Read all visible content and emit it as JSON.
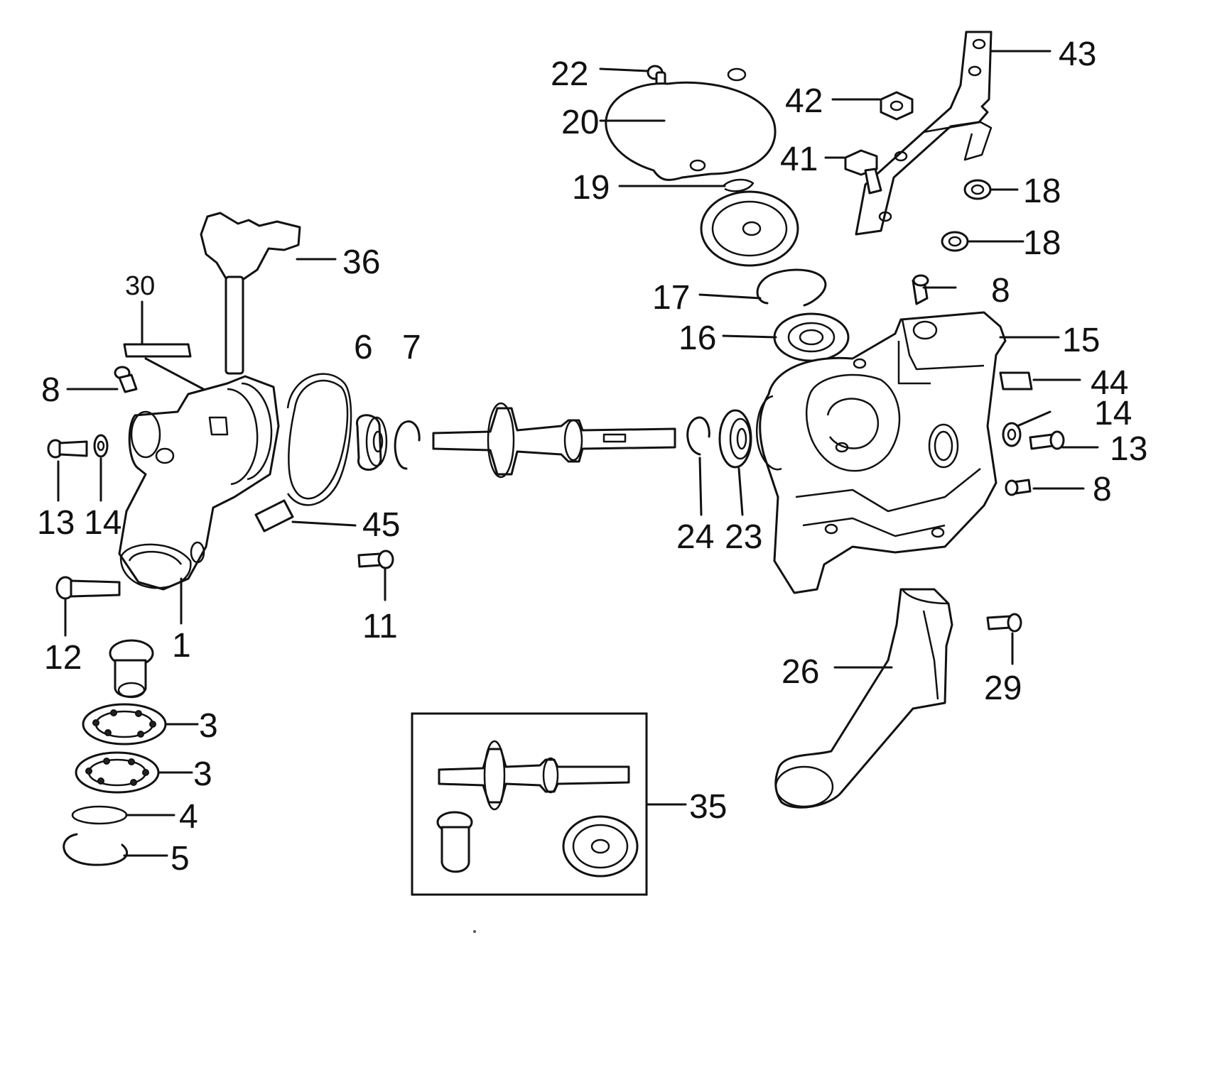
{
  "callouts": [
    {
      "id": "c22",
      "text": "22"
    },
    {
      "id": "c20",
      "text": "20"
    },
    {
      "id": "c19",
      "text": "19"
    },
    {
      "id": "c43",
      "text": "43"
    },
    {
      "id": "c42",
      "text": "42"
    },
    {
      "id": "c41",
      "text": "41"
    },
    {
      "id": "c18a",
      "text": "18"
    },
    {
      "id": "c18b",
      "text": "18"
    },
    {
      "id": "c17",
      "text": "17"
    },
    {
      "id": "c16",
      "text": "16"
    },
    {
      "id": "c8a",
      "text": "8"
    },
    {
      "id": "c15",
      "text": "15"
    },
    {
      "id": "c44",
      "text": "44"
    },
    {
      "id": "c14r",
      "text": "14"
    },
    {
      "id": "c13r",
      "text": "13"
    },
    {
      "id": "c8b",
      "text": "8"
    },
    {
      "id": "c36",
      "text": "36"
    },
    {
      "id": "c30",
      "text": "30"
    },
    {
      "id": "c8c",
      "text": "8"
    },
    {
      "id": "c6",
      "text": "6"
    },
    {
      "id": "c7",
      "text": "7"
    },
    {
      "id": "c13l",
      "text": "13"
    },
    {
      "id": "c14l",
      "text": "14"
    },
    {
      "id": "c45",
      "text": "45"
    },
    {
      "id": "c24",
      "text": "24"
    },
    {
      "id": "c23",
      "text": "23"
    },
    {
      "id": "c12",
      "text": "12"
    },
    {
      "id": "c1",
      "text": "1"
    },
    {
      "id": "c11",
      "text": "11"
    },
    {
      "id": "c26",
      "text": "26"
    },
    {
      "id": "c29",
      "text": "29"
    },
    {
      "id": "c3a",
      "text": "3"
    },
    {
      "id": "c3b",
      "text": "3"
    },
    {
      "id": "c4",
      "text": "4"
    },
    {
      "id": "c5",
      "text": "5"
    },
    {
      "id": "c35",
      "text": "35"
    }
  ]
}
